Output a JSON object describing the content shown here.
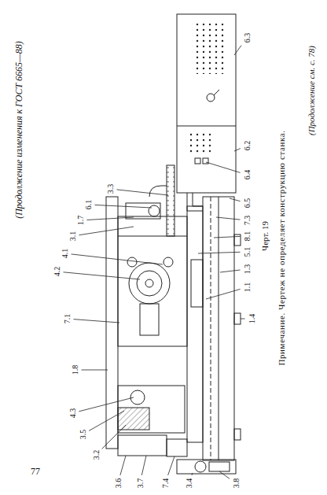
{
  "diagram": {
    "labels": [
      "(Продолжение изменения к ГОСТ 6665—88)",
      "6.3",
      "6.2",
      "6.4",
      "6.5",
      "7.3",
      "8.1",
      "5.1",
      "1.3",
      "1.1",
      "1.4",
      "3.8",
      "3.4",
      "7.4",
      "3.7",
      "3.6",
      "3.2",
      "3.5",
      "4.3",
      "1.8",
      "7.1",
      "4.2",
      "4.1",
      "3.1",
      "1.7",
      "6.1",
      "3.3",
      "Черт. 19",
      "Примечание. Чертеж не определяет конструкцию станка.",
      "(Продолжение см. с. 78)",
      "77"
    ]
  }
}
